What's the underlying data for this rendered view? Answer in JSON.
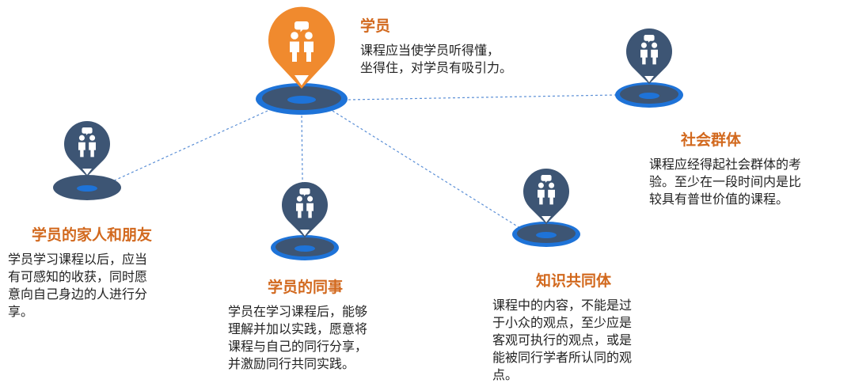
{
  "nodes": {
    "student": {
      "title": "学员",
      "desc": "课程应当使学员听得懂，\n坐得住，对学员有吸引力。",
      "color": "#F08A2E"
    },
    "society": {
      "title": "社会群体",
      "desc": "课程应经得起社会群体的考\n验。至少在一段时间内是比\n较具有普世价值的课程。",
      "color": "#3D5574"
    },
    "family": {
      "title": "学员的家人和朋友",
      "desc": "学员学习课程以后，应当\n有可感知的收获，同时愿\n意向自己身边的人进行分\n享。",
      "color": "#3D5574"
    },
    "peer": {
      "title": "学员的同事",
      "desc": "学员在学习课程后，能够\n理解并加以实践，愿意将\n课程与自己的同行分享，\n并激励同行共同实践。",
      "color": "#3D5574"
    },
    "community": {
      "title": "知识共同体",
      "desc": "课程中的内容，不能是过\n于小众的观点，至少应是\n客观可执行的观点，或是\n能被同行学者所认同的观\n点。",
      "color": "#3D5574"
    }
  },
  "colors": {
    "title": "#D2691E",
    "ring": "#1E73D8",
    "connector": "#5B8FD6"
  }
}
